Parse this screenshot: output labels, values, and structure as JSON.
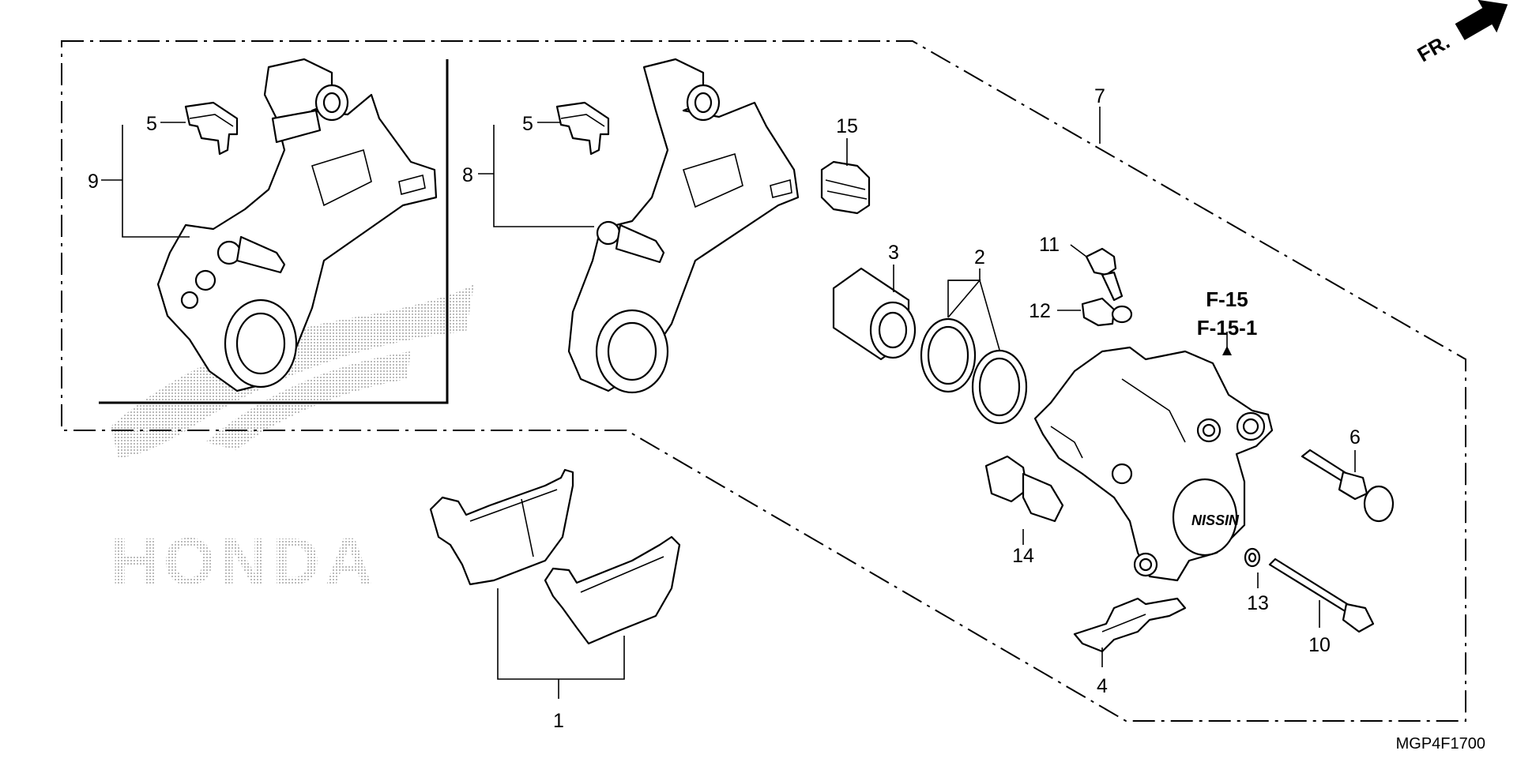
{
  "diagram": {
    "callouts": [
      "1",
      "2",
      "3",
      "4",
      "5",
      "5",
      "6",
      "7",
      "8",
      "9",
      "10",
      "11",
      "12",
      "13",
      "14",
      "15"
    ],
    "reference": [
      "F-15",
      "F-15-1"
    ],
    "direction": "FR.",
    "drawing_code": "MGP4F1700",
    "logo": "HONDA",
    "caliper_mark": "NISSIN"
  }
}
